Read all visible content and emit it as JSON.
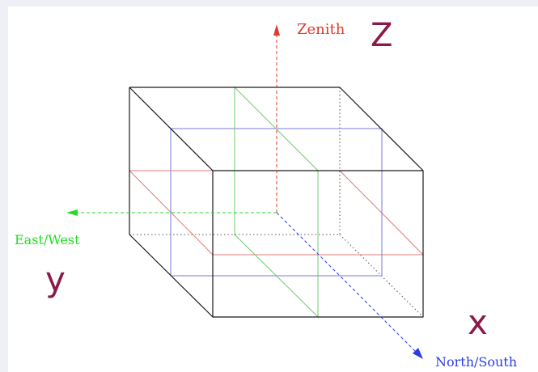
{
  "axes": {
    "zenith": {
      "label": "Zenith",
      "letter": "Z",
      "color": "#e03a2a"
    },
    "east_west": {
      "label": "East/West",
      "letter": "y",
      "color": "#22dd22"
    },
    "north_south": {
      "label": "North/South",
      "letter": "x",
      "color": "#2a3ee0"
    }
  },
  "colors": {
    "background": "#eef0f6",
    "panel": "#ffffff",
    "edge": "#1a1a1a",
    "hidden_edge": "#555555",
    "letter": "#8a1a4a",
    "horizontal_plane": "#e07a7a",
    "vertical_plane_ew": "#7a7ae0",
    "vertical_plane_ns": "#6ecb6e"
  }
}
